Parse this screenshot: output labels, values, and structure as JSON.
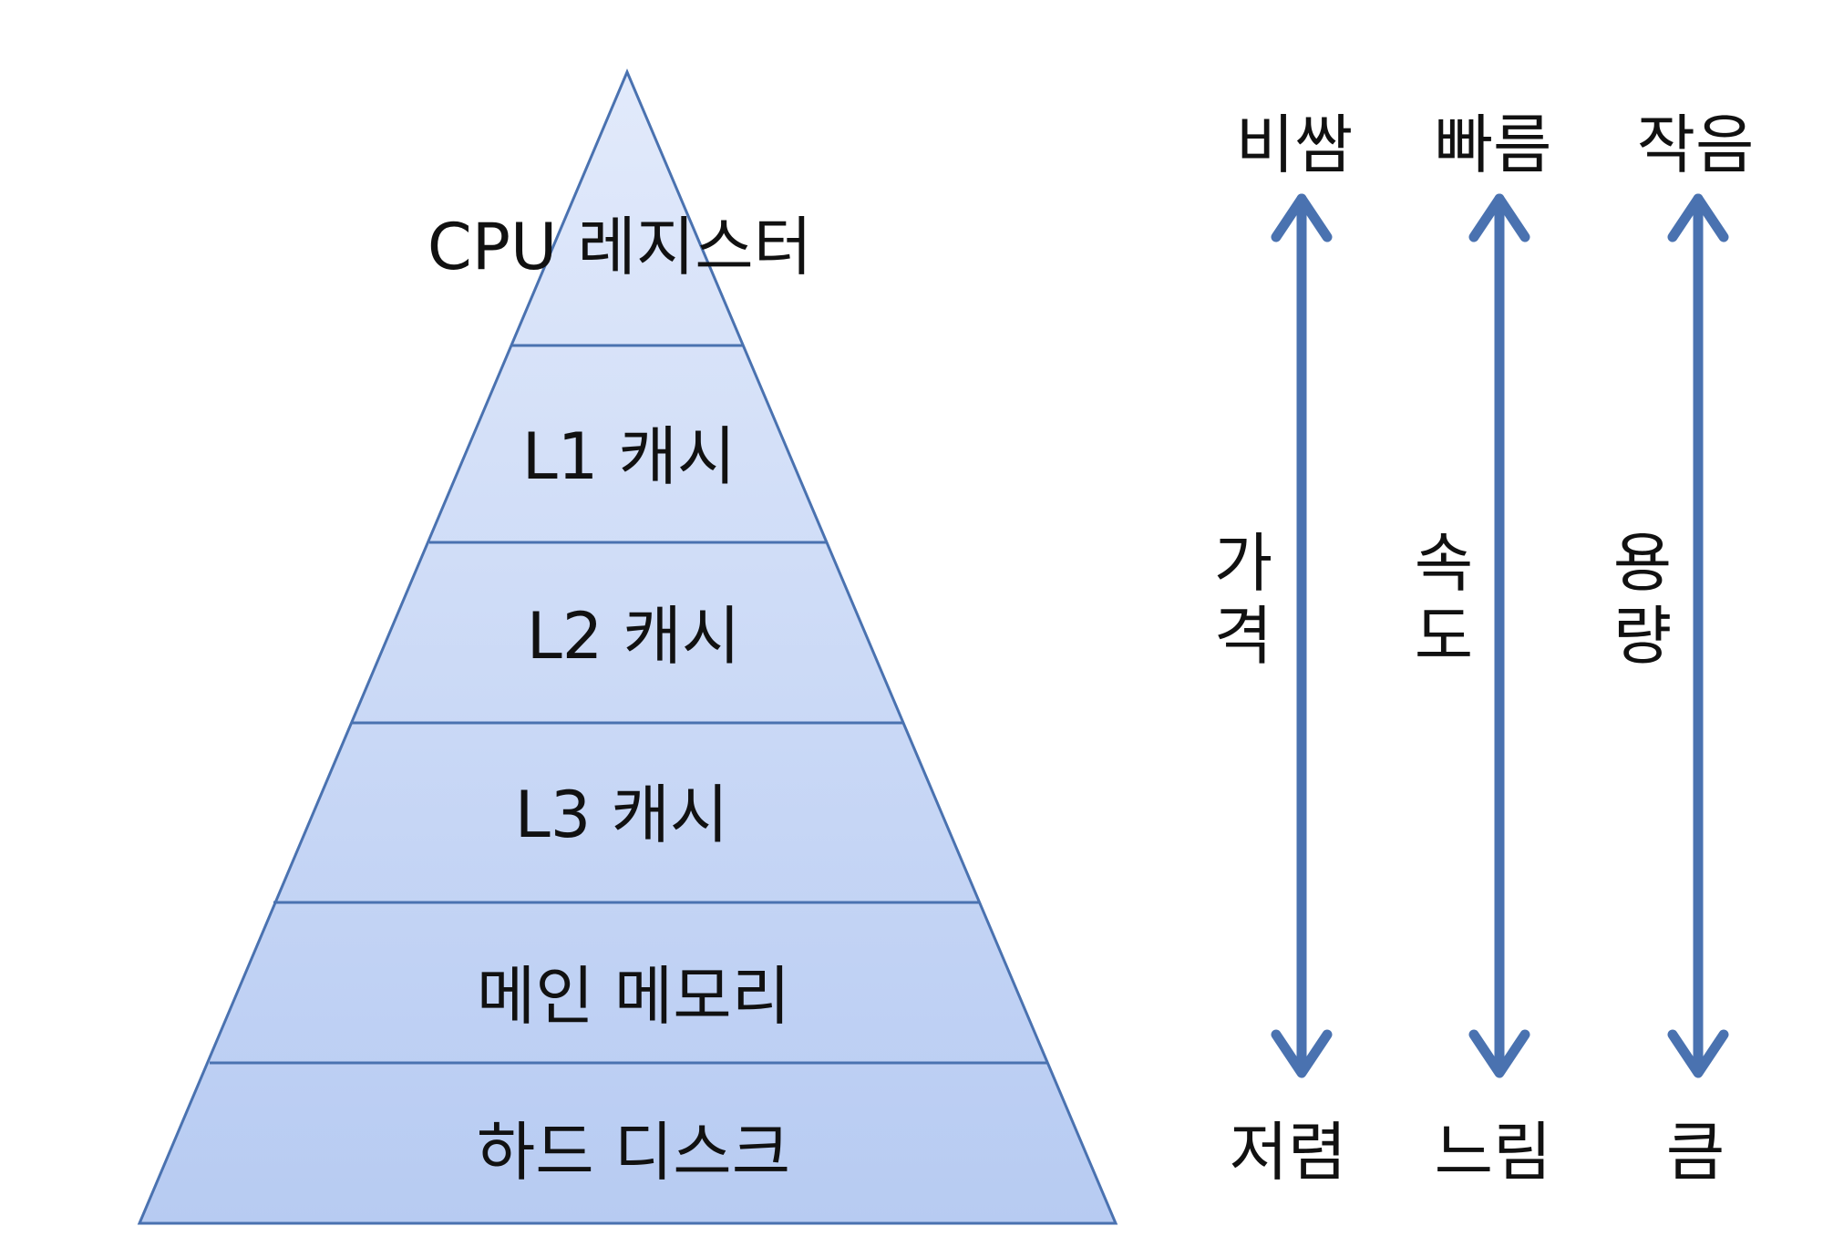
{
  "pyramid": {
    "levels": [
      "CPU 레지스터",
      "L1 캐시",
      "L2 캐시",
      "L3 캐시",
      "메인 메모리",
      "하드 디스크"
    ],
    "fill_top": "#e2eafb",
    "fill_bottom": "#b7cbf2",
    "stroke": "#4a72b0"
  },
  "axes": {
    "price": {
      "top": "비쌈",
      "middle_1": "가",
      "middle_2": "격",
      "bottom": "저렴"
    },
    "speed": {
      "top": "빠름",
      "middle_1": "속",
      "middle_2": "도",
      "bottom": "느림"
    },
    "capacity": {
      "top": "작음",
      "middle_1": "용",
      "middle_2": "량",
      "bottom": "큼"
    },
    "arrow_color": "#4a72b0"
  }
}
